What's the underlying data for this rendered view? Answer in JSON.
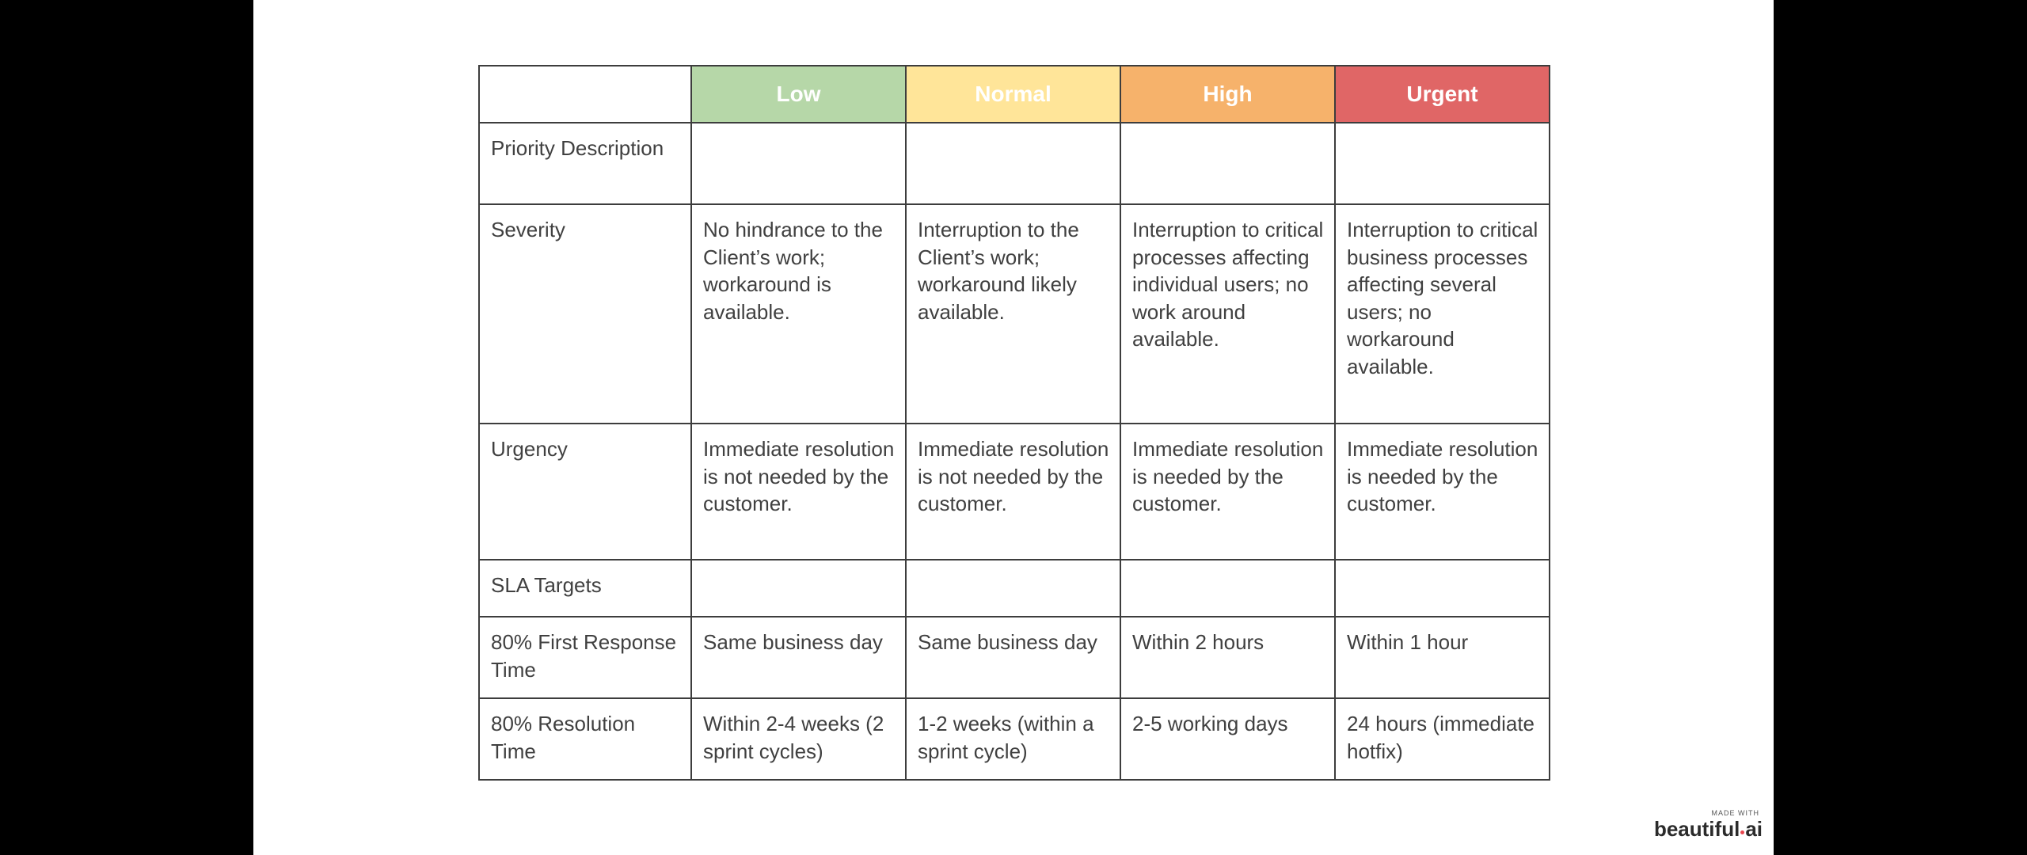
{
  "colors": {
    "page_background": "#000000",
    "slide_background": "#ffffff",
    "low": "#b6d7a8",
    "normal": "#ffe599",
    "high": "#f6b26b",
    "urgent": "#e06666"
  },
  "table": {
    "header": {
      "corner": "",
      "levels": [
        "Low",
        "Normal",
        "High",
        "Urgent"
      ]
    },
    "rows": [
      {
        "label": "Priority Description",
        "section": true,
        "cells": [
          "",
          "",
          "",
          ""
        ]
      },
      {
        "label": "Severity",
        "section": false,
        "cells": [
          "No hindrance to the Client’s work; workaround is available.",
          "Interruption to the Client’s work; workaround likely available.",
          "Interruption to critical processes affecting individual users; no work around available.",
          "Interruption to critical business processes affecting several users; no workaround available."
        ]
      },
      {
        "label": "Urgency",
        "section": false,
        "cells": [
          "Immediate resolution is not needed by the customer.",
          "Immediate resolution is not needed by the customer.",
          "Immediate resolution is needed by the customer.",
          "Immediate resolution is needed by the customer."
        ]
      },
      {
        "label": "SLA Targets",
        "section": true,
        "cells": [
          "",
          "",
          "",
          ""
        ]
      },
      {
        "label": "80% First Response Time",
        "section": false,
        "cells": [
          "Same business day",
          "Same business day",
          "Within 2 hours",
          "Within 1 hour"
        ]
      },
      {
        "label": "80% Resolution Time",
        "section": false,
        "cells": [
          "Within 2-4 weeks (2 sprint cycles)",
          "1-2 weeks (within a sprint cycle)",
          "2-5 working days",
          "24 hours (immediate hotfix)"
        ]
      }
    ]
  },
  "branding": {
    "made_with": "MADE WITH",
    "logo_left": "beautiful",
    "logo_right": "ai"
  }
}
